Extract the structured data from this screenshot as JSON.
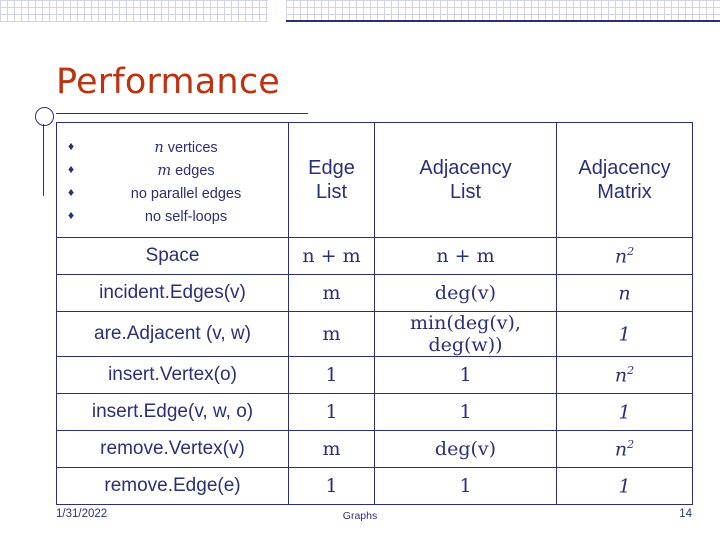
{
  "slide": {
    "title": "Performance",
    "accent_color": "#bb3311",
    "ink_color": "#2b2f77"
  },
  "notes": {
    "bullet_glyph": "♦",
    "items": [
      {
        "sym": "n",
        "text": " vertices"
      },
      {
        "sym": "m",
        "text": " edges"
      },
      {
        "sym": "",
        "text": "no parallel edges"
      },
      {
        "sym": "",
        "text": "no self-loops"
      }
    ]
  },
  "table": {
    "headers": [
      {
        "line1": "Edge",
        "line2": "List"
      },
      {
        "line1": "Adjacency",
        "line2": "List"
      },
      {
        "line1": "Adjacency",
        "line2": "Matrix"
      }
    ],
    "rows": [
      {
        "op": "Space",
        "edge_list": "n + m",
        "adj_list": "n + m",
        "adj_matrix_base": "n",
        "adj_matrix_exp": "2"
      },
      {
        "op": "incident.Edges(v)",
        "edge_list": "m",
        "adj_list": "deg(v)",
        "adj_matrix_base": "n",
        "adj_matrix_exp": ""
      },
      {
        "op": "are.Adjacent (v, w)",
        "edge_list": "m",
        "adj_list": "min(deg(v), deg(w))",
        "adj_matrix_base": "1",
        "adj_matrix_exp": ""
      },
      {
        "op": "insert.Vertex(o)",
        "edge_list": "1",
        "adj_list": "1",
        "adj_matrix_base": "n",
        "adj_matrix_exp": "2"
      },
      {
        "op": "insert.Edge(v, w, o)",
        "edge_list": "1",
        "adj_list": "1",
        "adj_matrix_base": "1",
        "adj_matrix_exp": ""
      },
      {
        "op": "remove.Vertex(v)",
        "edge_list": "m",
        "adj_list": "deg(v)",
        "adj_matrix_base": "n",
        "adj_matrix_exp": "2"
      },
      {
        "op": "remove.Edge(e)",
        "edge_list": "1",
        "adj_list": "1",
        "adj_matrix_base": "1",
        "adj_matrix_exp": ""
      }
    ]
  },
  "footer": {
    "date": "1/31/2022",
    "center": "Graphs",
    "page": "14"
  }
}
